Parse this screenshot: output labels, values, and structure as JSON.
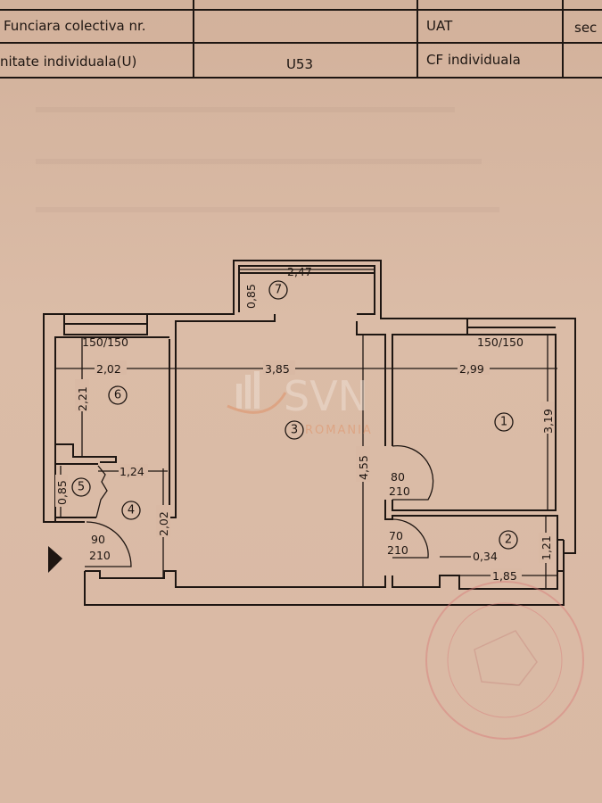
{
  "info_table": {
    "row1": {
      "label": "Funciara colectiva nr.",
      "value": "",
      "label2": "UAT",
      "label3": "sec"
    },
    "row2": {
      "label": "nitate individuala(U)",
      "value": "U53",
      "label2": "CF individuala",
      "value2": ""
    }
  },
  "floor_plan": {
    "rooms": [
      "1",
      "2",
      "3",
      "4",
      "5",
      "6",
      "7"
    ],
    "dimensions": {
      "room7_width": "2,47",
      "room7_depth": "0,85",
      "window_left": "150/150",
      "window_right": "150/150",
      "room6_width": "2,02",
      "room3_width": "3,85",
      "room1_width": "2,99",
      "room6_depth": "2,21",
      "room1_depth": "3,19",
      "room3_depth": "4,55",
      "room4_width": "1,24",
      "room5_depth": "0,85",
      "room4_depth": "2,02",
      "room2_depth": "1,21",
      "room2_niche": "0,34",
      "room2_width": "1,85"
    },
    "doors": [
      {
        "width": "90",
        "height": "210"
      },
      {
        "width": "80",
        "height": "210"
      },
      {
        "width": "70",
        "height": "210"
      }
    ],
    "entrance_marker": "triangle-arrow-icon"
  },
  "watermark": {
    "brand": "SVN",
    "sub": "ROMANIA",
    "color": "#e08a5a"
  },
  "stamp": {
    "color": "#d97a78"
  },
  "colors": {
    "paper": "#d7b8a3",
    "ink": "#1e1612"
  }
}
